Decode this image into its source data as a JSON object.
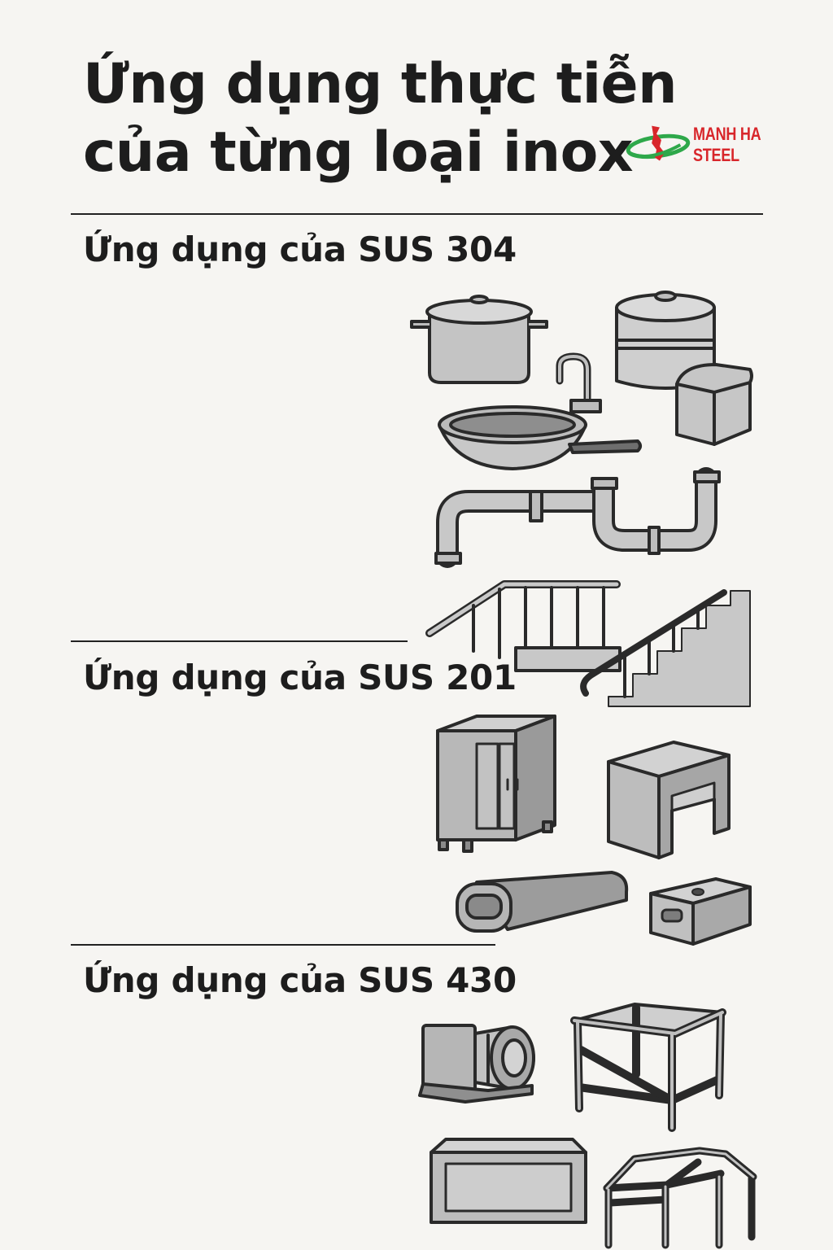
{
  "title": {
    "line1": "Ứng dụng thực tiễn",
    "line2": "của từng loại inox"
  },
  "logo": {
    "text": "MANH HA STEEL",
    "colors": {
      "text": "#d8262b",
      "swoosh": "#2ea84a",
      "map": "#d8262b"
    }
  },
  "sections": [
    {
      "title": "Ứng dụng của SUS 304",
      "icons": [
        "cooking-pot-icon",
        "water-tank-icon",
        "faucet-icon",
        "bread-box-icon",
        "frying-pan-icon",
        "pipe-icon",
        "stair-railing-icon",
        "staircase-railing-icon"
      ]
    },
    {
      "title": "Ứng dụng của SUS 201",
      "icons": [
        "cabinet-icon",
        "shelf-table-icon",
        "duct-icon",
        "container-box-icon"
      ]
    },
    {
      "title": "Ứng dụng của SUS 430",
      "icons": [
        "motor-icon",
        "table-frame-icon",
        "panel-box-icon",
        "roof-frame-icon"
      ]
    }
  ]
}
